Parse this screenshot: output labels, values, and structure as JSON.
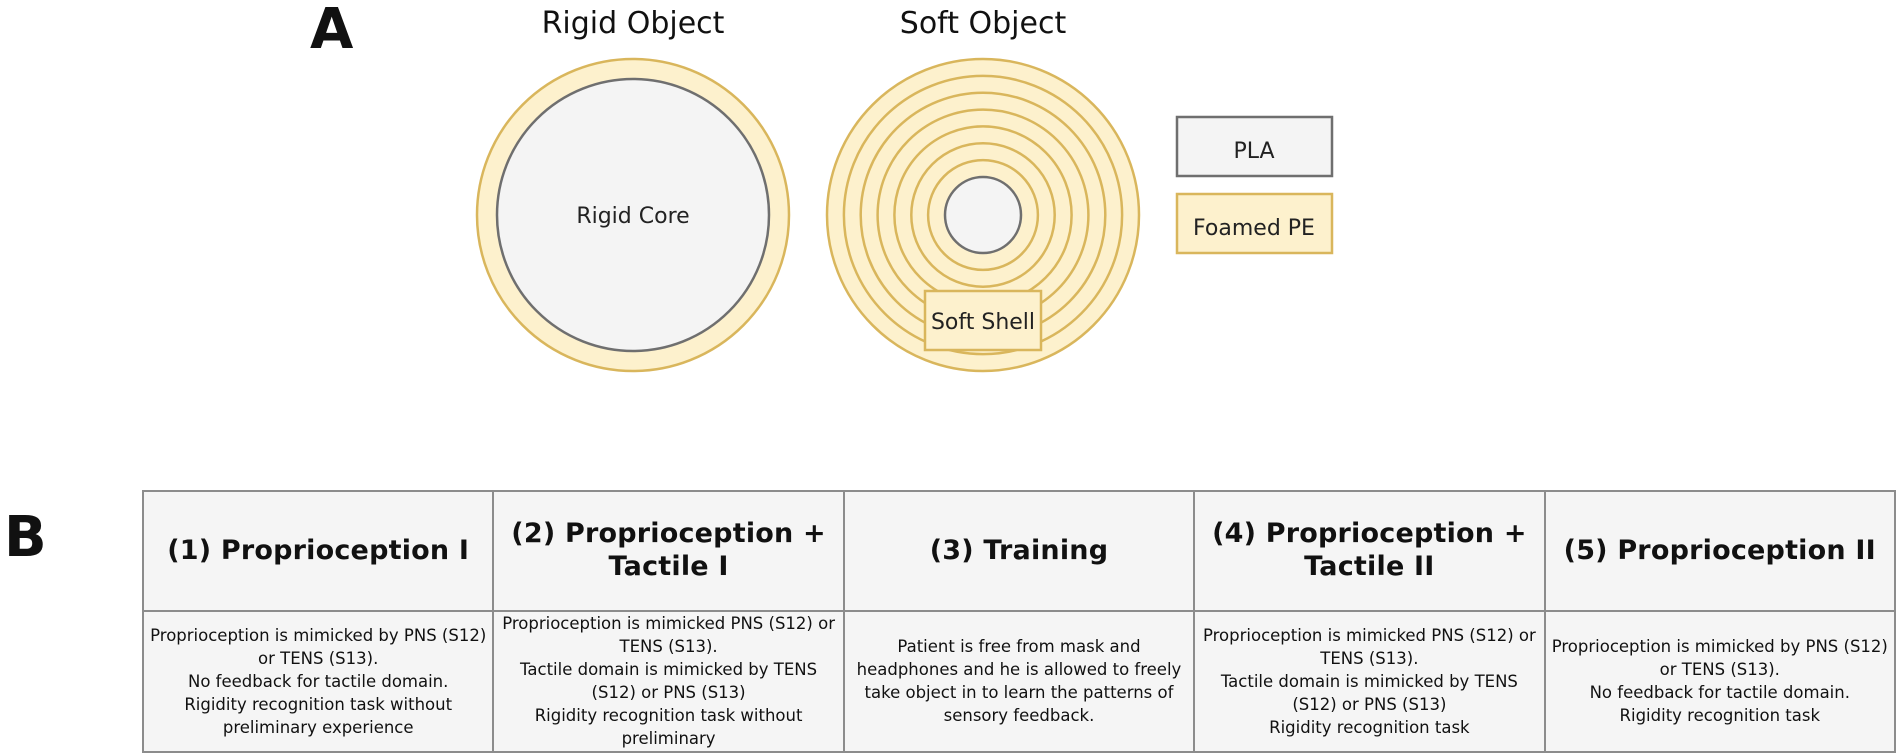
{
  "panel_a": {
    "letter": "A",
    "rigid_object": {
      "title": "Rigid Object",
      "core_label": "Rigid Core"
    },
    "soft_object": {
      "title": "Soft Object",
      "shell_label": "Soft Shell",
      "foam_ring_count": 7
    },
    "legend": [
      {
        "label": "PLA",
        "material": "pla"
      },
      {
        "label": "Foamed PE",
        "material": "foam"
      }
    ],
    "colors": {
      "pla_fill": "#f4f4f4",
      "pla_stroke": "#6f6f6f",
      "foam_fill": "#fdf1cd",
      "foam_stroke": "#d9b65c"
    }
  },
  "panel_b": {
    "letter": "B",
    "phases": [
      {
        "header": "(1) Proprioception I",
        "description": "Proprioception is mimicked by PNS (S12) or TENS (S13).\nNo feedback for tactile domain.\nRigidity recognition task without preliminary experience"
      },
      {
        "header": "(2) Proprioception + Tactile I",
        "description": "Proprioception is mimicked PNS (S12) or TENS (S13).\nTactile domain is mimicked by TENS (S12) or PNS (S13)\nRigidity recognition task without preliminary"
      },
      {
        "header": "(3) Training",
        "description": "Patient is free from mask and headphones and he is allowed to freely take object in to learn the patterns of sensory feedback."
      },
      {
        "header": "(4) Proprioception + Tactile II",
        "description": "Proprioception is mimicked PNS (S12) or TENS (S13).\nTactile domain is mimicked by TENS (S12) or PNS (S13)\nRigidity recognition task"
      },
      {
        "header": "(5) Proprioception II",
        "description": "Proprioception is mimicked by PNS (S12) or TENS (S13).\nNo feedback for tactile domain.\nRigidity recognition task"
      }
    ]
  }
}
